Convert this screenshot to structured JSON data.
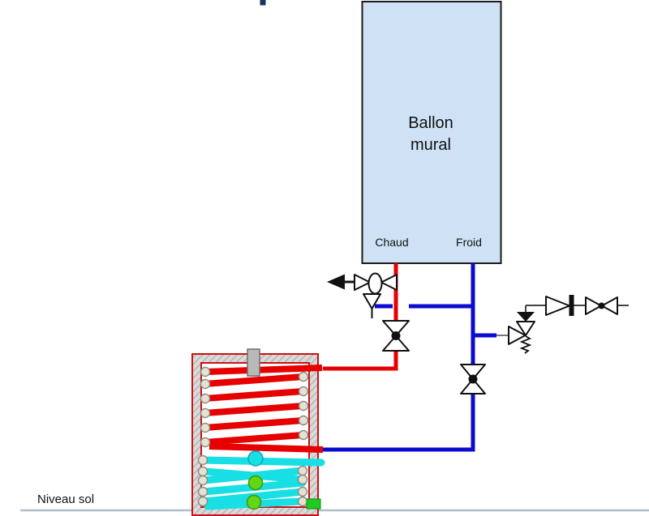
{
  "diagram": {
    "tank_label_lines": [
      "Ballon",
      "mural"
    ],
    "port_hot_label": "Chaud",
    "port_cold_label": "Froid",
    "ground_label": "Niveau sol"
  },
  "colors": {
    "hot_pipe": "#e60000",
    "cold_pipe": "#0b0bd0",
    "tank_fill": "#cfe2f5",
    "tank_border": "#1a1a1a",
    "exchanger_wall": "#cc1111",
    "coil_hot": "#e60000",
    "coil_cold": "#17dfe3",
    "coil_end_cap": "#e6e2cf",
    "sensor_green": "#63d615",
    "fitting_green": "#1ecb1e",
    "ground_line": "#b0bec8",
    "title_fragment": "#16365c",
    "symbol_black": "#111111"
  },
  "icons": [
    "mixed-water-arrow-icon",
    "thermostatic-mixing-valve-icon",
    "tundish-drain-icon",
    "shutoff-valve-hot-icon",
    "shutoff-valve-cold-icon",
    "check-valve-icon",
    "shutoff-valve-supply-icon",
    "safety-relief-valve-icon",
    "tank-cap-icon",
    "drain-fitting-icon"
  ]
}
